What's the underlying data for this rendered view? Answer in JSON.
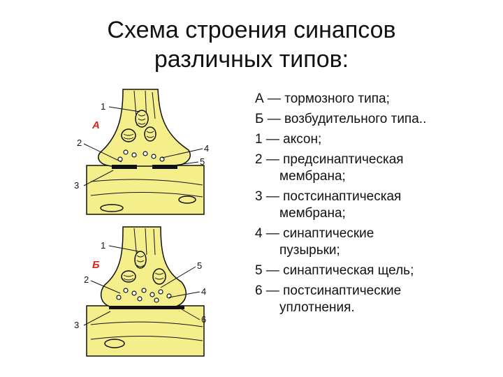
{
  "title": {
    "line1": "Схема строения синапсов",
    "line2": "различных типов:"
  },
  "legend": [
    {
      "key": "А",
      "line1": "А — тормозного типа;",
      "line2": ""
    },
    {
      "key": "Б",
      "line1": "Б — возбудительного типа..",
      "line2": ""
    },
    {
      "key": "1",
      "line1": "1 — аксон;",
      "line2": ""
    },
    {
      "key": "2",
      "line1": "2 — предсинаптическая",
      "line2": "мембрана;"
    },
    {
      "key": "3",
      "line1": "3 — постсинаптическая",
      "line2": "мембрана;"
    },
    {
      "key": "4",
      "line1": "4 — синаптические",
      "line2": "пузырьки;"
    },
    {
      "key": "5",
      "line1": "5 — синаптическая щель;",
      "line2": ""
    },
    {
      "key": "6",
      "line1": "6 — постсинаптические",
      "line2": "уплотнения."
    }
  ],
  "diagram": {
    "panel_a_letter": "А",
    "panel_b_letter": "Б",
    "labels_a": [
      "1",
      "2",
      "3",
      "4",
      "5"
    ],
    "labels_b": [
      "1",
      "2",
      "3",
      "4",
      "5",
      "6"
    ],
    "colors": {
      "cytoplasm": "#f4ef8a",
      "outline": "#111111",
      "letter": "#d9261c"
    }
  }
}
